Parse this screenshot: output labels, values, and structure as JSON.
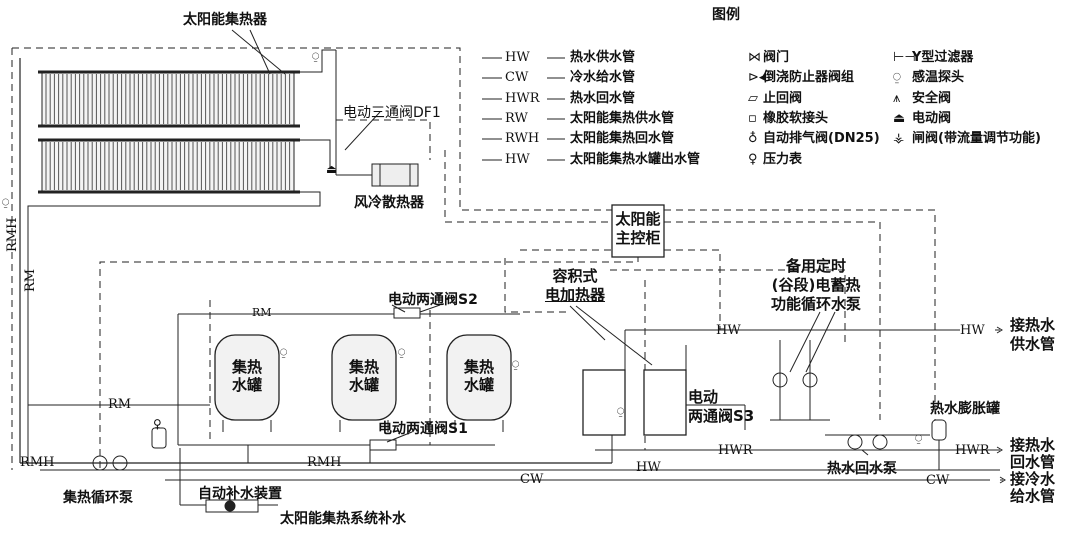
{
  "legend": {
    "title": "图例",
    "pipes": [
      {
        "code": "HW",
        "name": "热水供水管"
      },
      {
        "code": "CW",
        "name": "冷水给水管"
      },
      {
        "code": "HWR",
        "name": "热水回水管"
      },
      {
        "code": "RW",
        "name": "太阳能集热供水管"
      },
      {
        "code": "RWH",
        "name": "太阳能集热回水管"
      },
      {
        "code": "HW",
        "name": "太阳能集热水罐出水管"
      }
    ],
    "symbols_col1": [
      {
        "icon": "gate-valve-icon",
        "glyph": "⋈",
        "name": "阀门"
      },
      {
        "icon": "backflow-preventer-icon",
        "glyph": "⊳◂",
        "name": "倒浇防止器阀组"
      },
      {
        "icon": "check-valve-icon",
        "glyph": "▱",
        "name": "止回阀"
      },
      {
        "icon": "rubber-joint-icon",
        "glyph": "▫",
        "name": "橡胶软接头"
      },
      {
        "icon": "auto-vent-valve-icon",
        "glyph": "♁",
        "name": "自动排气阀(DN25)"
      },
      {
        "icon": "pressure-gauge-icon",
        "glyph": "♀",
        "name": "压力表"
      }
    ],
    "symbols_col2": [
      {
        "icon": "y-strainer-icon",
        "glyph": "⊢⊣",
        "name": "Y型过滤器"
      },
      {
        "icon": "temperature-probe-icon",
        "glyph": "⍜",
        "name": "感温探头"
      },
      {
        "icon": "safety-valve-icon",
        "glyph": "⩚",
        "name": "安全阀"
      },
      {
        "icon": "motorized-valve-icon",
        "glyph": "⏏",
        "name": "电动阀"
      },
      {
        "icon": "balancing-valve-icon",
        "glyph": "⚶",
        "name": "闸阀(带流量调节功能)"
      }
    ]
  },
  "labels": {
    "solar_collector": "太阳能集热器",
    "three_way_valve": "电动三通阀DF1",
    "air_cooler": "风冷散热器",
    "controller_line1": "太阳能",
    "controller_line2": "主控柜",
    "electric_heater_line1": "容积式",
    "electric_heater_line2": "电加热器",
    "backup_pump_line1": "备用定时",
    "backup_pump_line2": "(谷段)电蓄热",
    "backup_pump_line3": "功能循环水泵",
    "valve_s2": "电动两通阀S2",
    "valve_s1": "电动两通阀S1",
    "valve_s3_line1": "电动",
    "valve_s3_line2": "两通阀S3",
    "tank_line1": "集热",
    "tank_line2": "水罐",
    "expansion_tank": "热水膨胀罐",
    "return_pump": "热水回水泵",
    "collector_pump": "集热循环泵",
    "auto_makeup": "自动补水装置",
    "system_makeup": "太阳能集热系统补水",
    "to_hw_supply_line1": "接热水",
    "to_hw_supply_line2": "供水管",
    "to_hw_return_line1": "接热水",
    "to_hw_return_line2": "回水管",
    "to_cw_line1": "接冷水",
    "to_cw_line2": "给水管"
  },
  "pipe_labels": {
    "rmh_vertical": "RMH",
    "rm_vertical": "RM",
    "rm_top": "RM",
    "rm_left": "RM",
    "rmh_bottom_left": "RMH",
    "rmh_bottom_mid": "RMH",
    "cw_bottom": "CW",
    "hw_bottom": "HW",
    "hwr_mid": "HWR",
    "hw_mid": "HW",
    "hw_right": "HW",
    "hwr_right": "HWR",
    "cw_right": "CW"
  }
}
